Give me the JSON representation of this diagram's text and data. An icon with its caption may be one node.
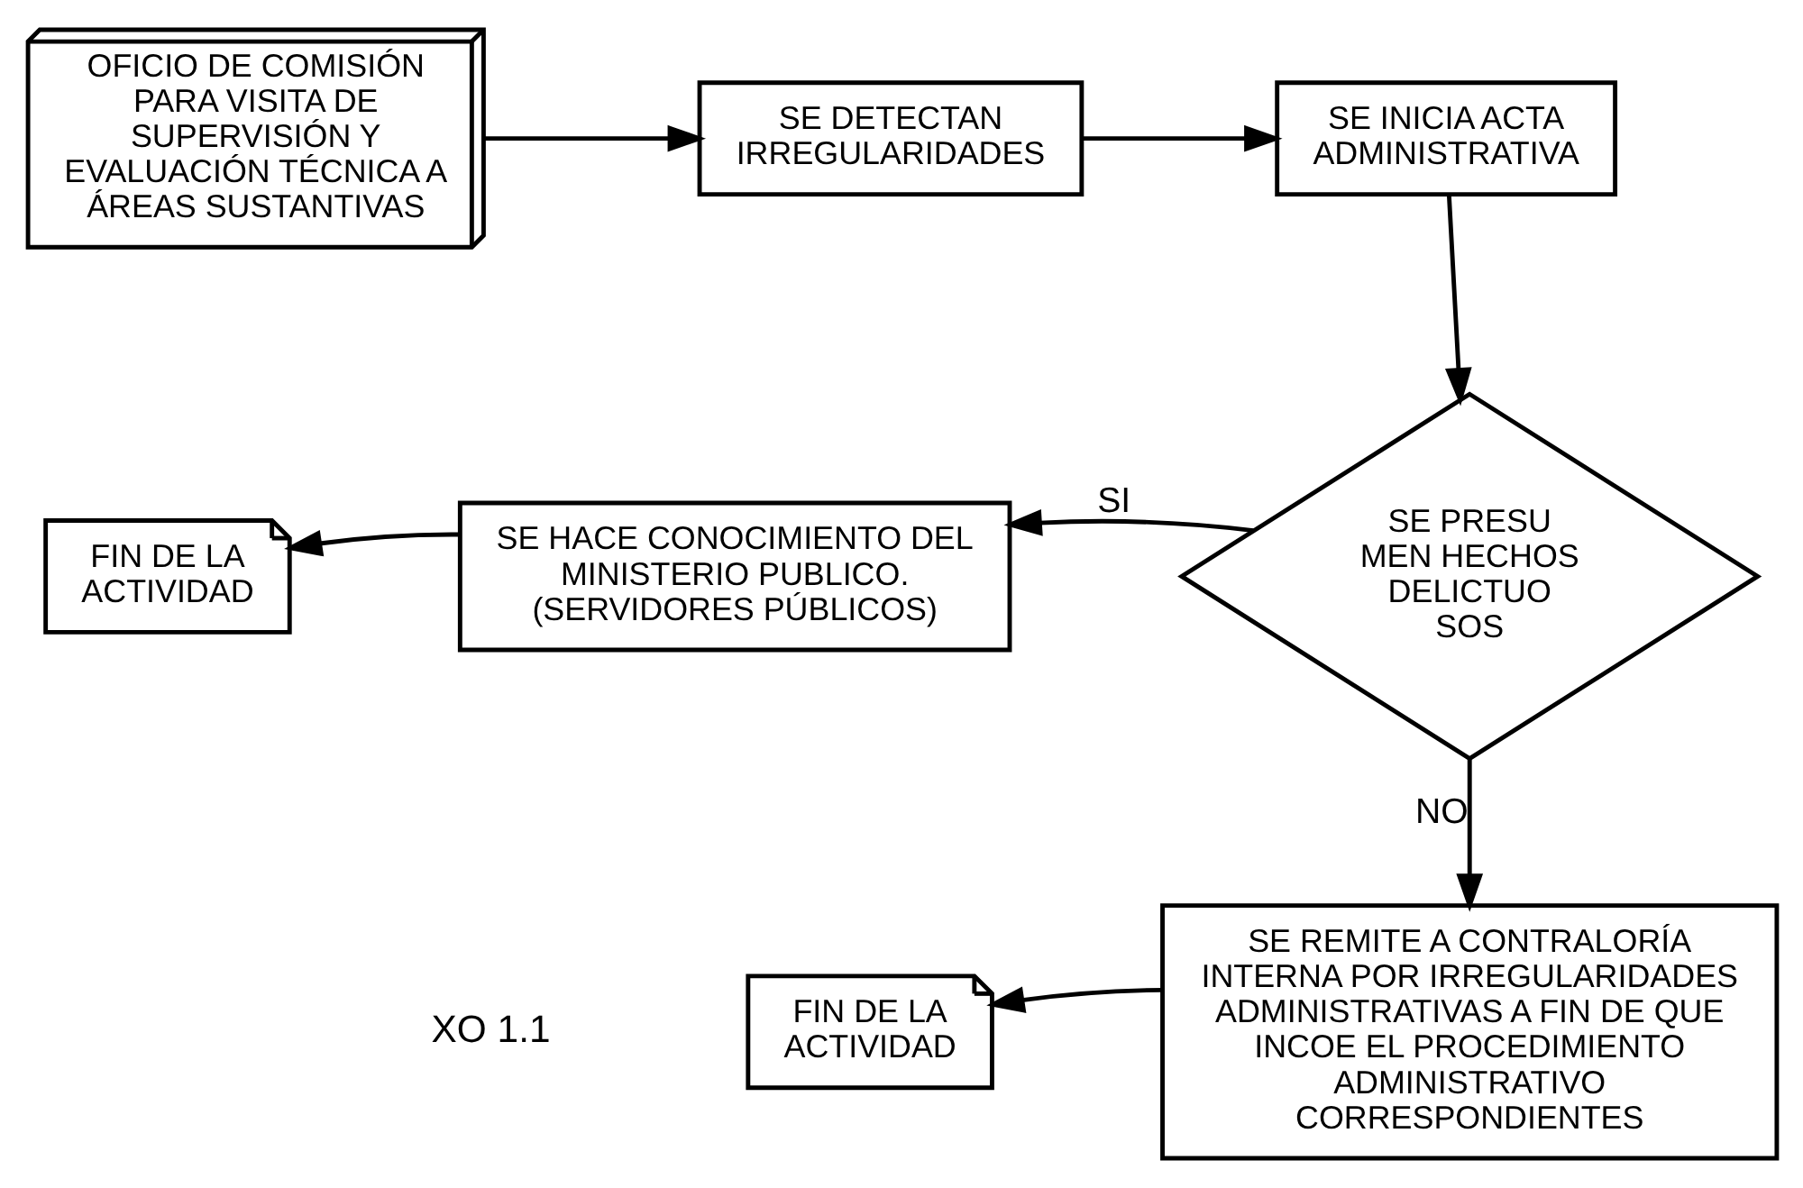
{
  "diagram": {
    "nodes": [
      {
        "text": [
          "OFICIO DE COMISIÓN PARA VISITA DE SUPERVISIÓN Y EVALUACIÓN TÉCNICA A ÁREAS SUSTANTIVAS"
        ]
      },
      {
        "text": [
          "SE DETECTAN IRREGULARIDADES"
        ]
      },
      {
        "text": [
          "SE INICIA ACTA ADMINISTRATIVA"
        ]
      },
      {
        "text": [
          "SE PRESU MEN HECHOS DELICTUO SOS"
        ]
      },
      {
        "text": [
          "SE HACE CONOCIMIENTO DEL MINISTERIO PUBLICO. (SERVIDORES PÚBLICOS)"
        ]
      },
      {
        "text": [
          "FIN DE LA ACTIVIDAD"
        ]
      },
      {
        "text": [
          "SE REMITE A CONTRALORÍA INTERNA POR IRREGULARIDADES ADMINISTRATIVAS A FIN DE QUE INCOE EL PROCEDIMIENTO ADMINISTRATIVO CORRESPONDIENTES"
        ]
      },
      {
        "text": [
          "FIN DE LA ACTIVIDAD"
        ]
      }
    ],
    "edges": [
      {
        "from": 0,
        "to": 1,
        "arrow": "to"
      },
      {
        "from": 1,
        "to": 2,
        "arrow": "to"
      },
      {
        "from": 2,
        "to": 3,
        "arrow": "to"
      },
      {
        "from": 3,
        "to": 4,
        "arrow": "to",
        "label": "SI"
      },
      {
        "from": 4,
        "to": 5,
        "arrow": "to"
      },
      {
        "from": 3,
        "to": 6,
        "arrow": "to",
        "label": "NO"
      },
      {
        "from": 6,
        "to": 7,
        "arrow": "to"
      }
    ],
    "labels": [
      "XO 1.1"
    ]
  }
}
